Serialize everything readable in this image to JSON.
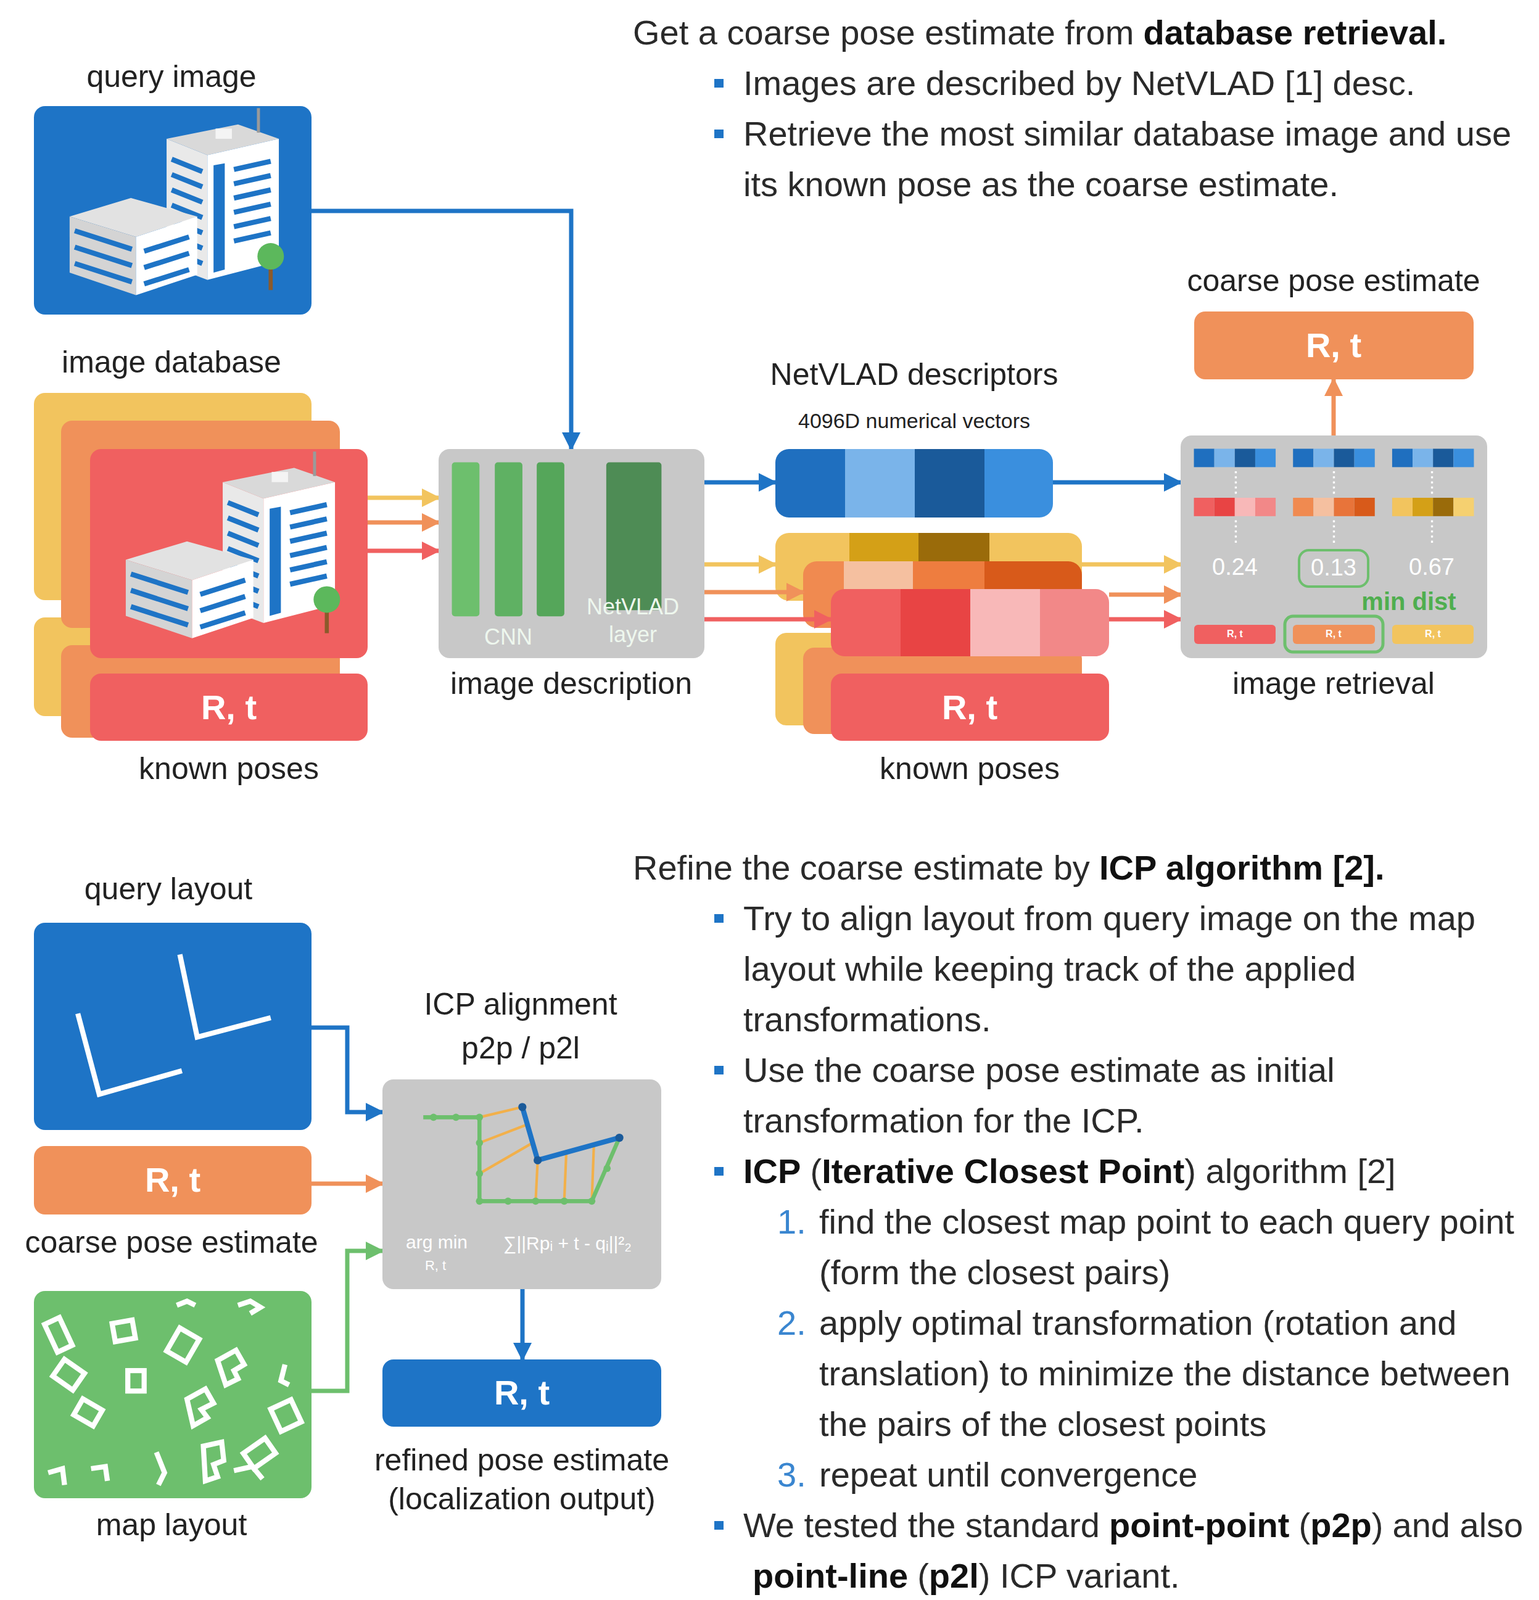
{
  "diagram": {
    "nodes": [
      {
        "text": [
          "query image"
        ]
      },
      {
        "text": [
          "image database"
        ]
      },
      {
        "text": [
          "R, t",
          "known poses"
        ]
      },
      {
        "text": [
          "CNN",
          "NetVLAD layer",
          "image description"
        ]
      },
      {
        "text": [
          "NetVLAD descriptors",
          "4096D numerical vectors"
        ]
      },
      {
        "text": [
          "R, t",
          "known poses"
        ]
      },
      {
        "text": [
          "0.24",
          "0.67",
          "min dist",
          "image retrieval"
        ]
      },
      {
        "text": [
          "R, t"
        ],
        "in": 6
      },
      {
        "text": [
          "R, t"
        ],
        "in": 6
      },
      {
        "text": [
          "R, t"
        ],
        "in": 6
      },
      {
        "text": [
          "0.13"
        ],
        "in": 6
      },
      {
        "text": [
          "coarse pose estimate",
          "R, t"
        ]
      },
      {
        "text": [
          "query layout"
        ]
      },
      {
        "text": [
          "R, t",
          "coarse pose estimate"
        ]
      },
      {
        "text": [
          "map layout"
        ]
      },
      {
        "text": [
          "ICP alignment",
          "p2p / p2l",
          "arg min",
          "R, t",
          "∑||Rpᵢ + t - qᵢ||²₂"
        ]
      },
      {
        "text": [
          "R, t",
          "refined pose estimate (localization output)"
        ]
      }
    ],
    "edges": [
      {
        "from": 0,
        "to": 3,
        "arrow": "to"
      },
      {
        "from": 1,
        "to": 3,
        "arrow": "to"
      },
      {
        "from": 1,
        "to": 3,
        "arrow": "to"
      },
      {
        "from": 1,
        "to": 3,
        "arrow": "to"
      },
      {
        "from": 3,
        "to": 4,
        "arrow": "to"
      },
      {
        "from": 4,
        "to": 6,
        "arrow": "to"
      },
      {
        "from": 6,
        "to": 11,
        "arrow": "to"
      },
      {
        "from": 12,
        "to": 15,
        "arrow": "to"
      },
      {
        "from": 13,
        "to": 15,
        "arrow": "to"
      },
      {
        "from": 14,
        "to": 15,
        "arrow": "to"
      },
      {
        "from": 15,
        "to": 16,
        "arrow": "to"
      }
    ],
    "labels": [
      "Get a coarse pose estimate from",
      "database retrieval.",
      "Images are described by NetVLAD [1] desc.",
      "Retrieve the most similar database image and use its known pose as the coarse estimate.",
      "Refine the coarse estimate by",
      "ICP algorithm [2].",
      "Try to align layout from query image on the map layout while keeping track of the applied transformations.",
      "Use the coarse pose estimate as initial transformation for the ICP.",
      "ICP",
      "(",
      "Iterative Closest Point",
      ") algorithm [2]",
      "1.",
      "find the closest map point to each query point (form the closest pairs)",
      "2.",
      "apply optimal transformation (rotation and translation) to minimize the distance between the pairs of the closest points",
      "3.",
      "repeat until convergence",
      "We tested the standard",
      "point-point",
      "(",
      "p2p",
      ")",
      "and also",
      "point-line",
      "(",
      "p2l",
      ") ICP variant."
    ]
  }
}
